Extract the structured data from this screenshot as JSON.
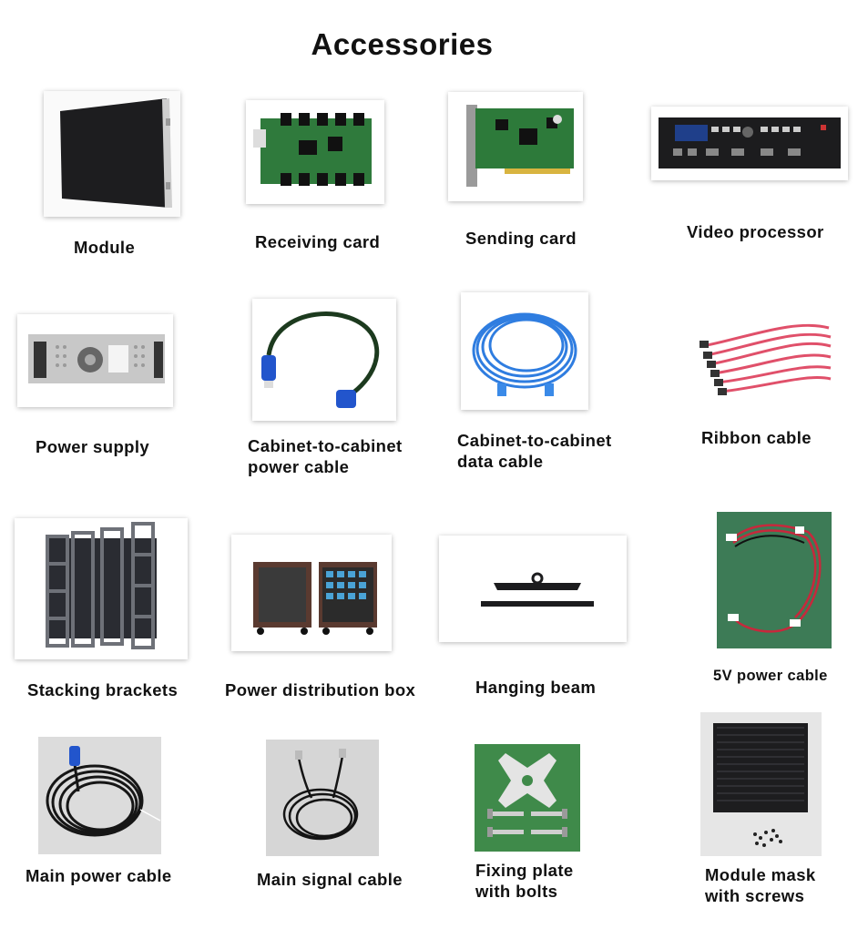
{
  "title": "Accessories",
  "items": [
    {
      "label": "Module",
      "icon": "led-module-panel-icon"
    },
    {
      "label": "Receiving card",
      "icon": "receiving-card-icon"
    },
    {
      "label": "Sending card",
      "icon": "sending-card-icon"
    },
    {
      "label": "Video processor",
      "icon": "video-processor-icon"
    },
    {
      "label": "Power supply",
      "icon": "power-supply-icon"
    },
    {
      "label_lines": [
        "Cabinet-to-cabinet",
        "power cable"
      ],
      "icon": "power-cable-icon"
    },
    {
      "label_lines": [
        "Cabinet-to-cabinet",
        "data cable"
      ],
      "icon": "data-cable-icon"
    },
    {
      "label": "Ribbon cable",
      "icon": "ribbon-cable-icon"
    },
    {
      "label": "Stacking brackets",
      "icon": "stacking-brackets-icon"
    },
    {
      "label": "Power distribution box",
      "icon": "power-distribution-box-icon"
    },
    {
      "label": "Hanging beam",
      "icon": "hanging-beam-icon"
    },
    {
      "label": "5V power cable",
      "icon": "5v-power-cable-icon"
    },
    {
      "label": "Main power cable",
      "icon": "main-power-cable-icon"
    },
    {
      "label": "Main signal cable",
      "icon": "main-signal-cable-icon"
    },
    {
      "label_lines": [
        "Fixing plate",
        "with bolts"
      ],
      "icon": "fixing-plate-icon"
    },
    {
      "label_lines": [
        "Module mask",
        "with screws"
      ],
      "icon": "module-mask-icon"
    }
  ]
}
